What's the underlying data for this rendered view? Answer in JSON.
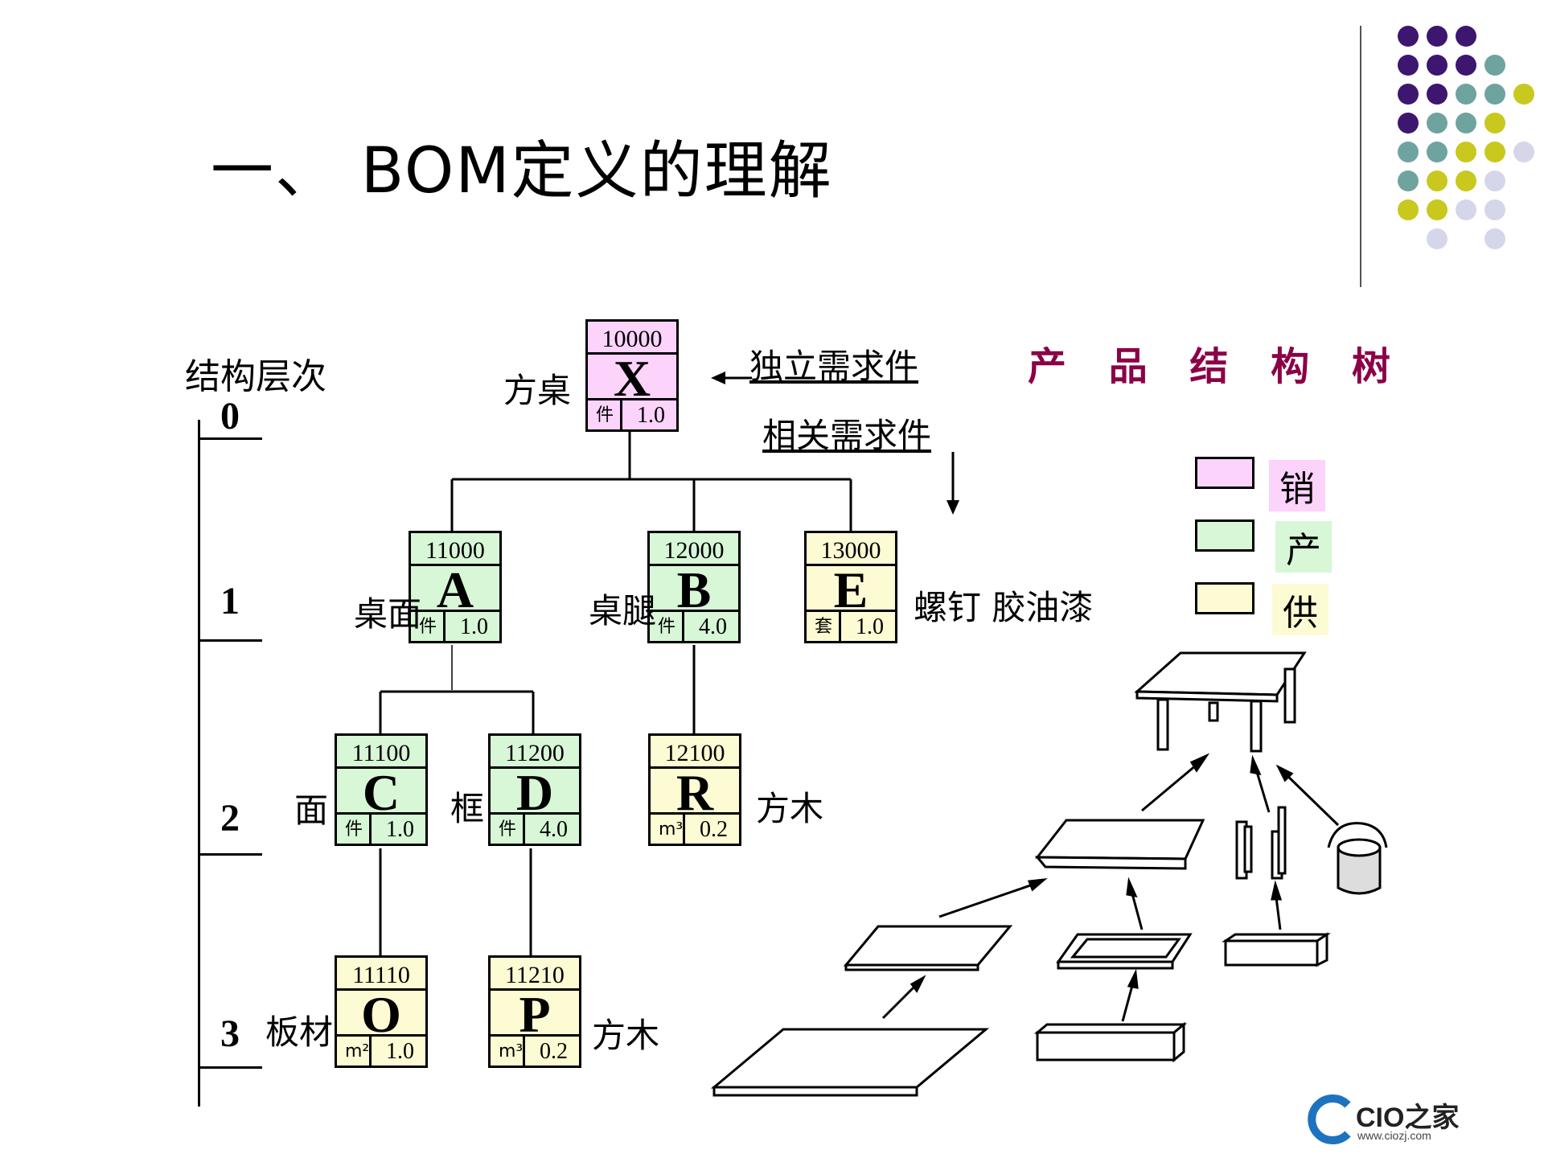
{
  "title": "一、 BOM定义的理解",
  "heading": "产 品 结 构 树",
  "structure_label": "结构层次",
  "levels": [
    "0",
    "1",
    "2",
    "3"
  ],
  "annotations": {
    "independent": "独立需求件",
    "dependent": "相关需求件"
  },
  "nodes": {
    "X": {
      "code": "10000",
      "letter": "X",
      "unit": "件",
      "qty": "1.0",
      "name": "方桌"
    },
    "A": {
      "code": "11000",
      "letter": "A",
      "unit": "件",
      "qty": "1.0",
      "name": "桌面"
    },
    "B": {
      "code": "12000",
      "letter": "B",
      "unit": "件",
      "qty": "4.0",
      "name": "桌腿"
    },
    "E": {
      "code": "13000",
      "letter": "E",
      "unit": "套",
      "qty": "1.0",
      "name": "螺钉 胶油漆"
    },
    "C": {
      "code": "11100",
      "letter": "C",
      "unit": "件",
      "qty": "1.0",
      "name": "面"
    },
    "D": {
      "code": "11200",
      "letter": "D",
      "unit": "件",
      "qty": "4.0",
      "name": "框"
    },
    "R": {
      "code": "12100",
      "letter": "R",
      "unit": "m³",
      "qty": "0.2",
      "name": "方木"
    },
    "O": {
      "code": "11110",
      "letter": "O",
      "unit": "m²",
      "qty": "1.0",
      "name": "板材"
    },
    "P": {
      "code": "11210",
      "letter": "P",
      "unit": "m³",
      "qty": "0.2",
      "name": "方木"
    }
  },
  "legend": [
    {
      "label": "销",
      "color": "#fbd3fb"
    },
    {
      "label": "产",
      "color": "#d7f7d7"
    },
    {
      "label": "供",
      "color": "#fdfbd3"
    }
  ],
  "logo": {
    "brand": "CIO之家",
    "url": "www.ciozj.com"
  },
  "colors": {
    "purple": "#3d1670",
    "teal": "#6fa3a0",
    "olive": "#c8c81e",
    "lavender": "#d6d6ea",
    "heading": "#8b0047"
  }
}
